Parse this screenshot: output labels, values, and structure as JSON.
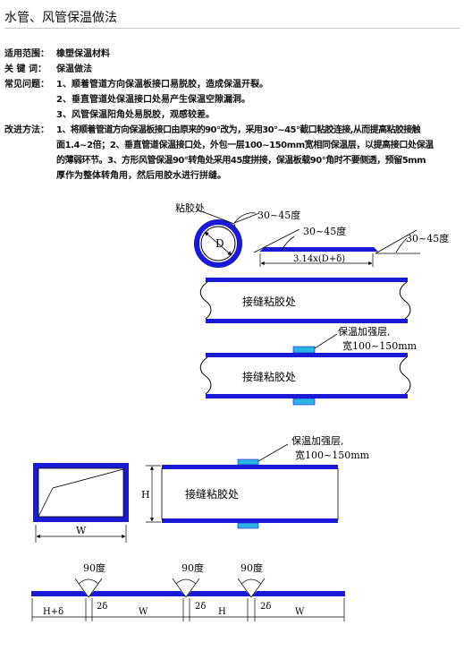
{
  "doc": {
    "title": "水管、风管保温做法",
    "scope_label": "适用范围：",
    "scope_value": "橡塑保温材料",
    "keyword_label": "关 键 词：",
    "keyword_value": "保温做法",
    "problem_label": "常见问题：",
    "problems": [
      "1、顺着管道方向保温板接口易脱胶，造成保温开裂。",
      "2、垂直管道处保温接口处易产生保温空隙漏洞。",
      "3、风管保温阳角处易脱胶，观感较差。"
    ],
    "method_label": "改进方法：",
    "method_lines": [
      "1、将顺着管道方向保温板接口由原来的90°改为，采用30°~45°截口粘胶连接,从而提高粘胶接触",
      "面1.4~2倍；2、垂直管道保温接口处，外包一层100~150mm宽相同保温层，以提高接口处保温",
      "的薄弱环节。3、方形风管保温90°转角处采用45度拼接，保温板载90°角时不要侧透，预留5mm",
      "厚作为整体转角用，然后用胶水进行拼缝。"
    ]
  },
  "figure": {
    "glue_point": "粘胶处",
    "angle_a": "30~45度",
    "angle_b": "30~45度",
    "angle_c": "30~45度",
    "diameter": "D",
    "length_formula": "3.14x(D+δ)",
    "seam_label_1": "接缝粘胶处",
    "reinforce_1_line1": "保温加强层,",
    "reinforce_1_line2": "宽100~150mm",
    "seam_label_2": "接缝粘胶处",
    "reinforce_2_line1": "保温加强层,",
    "reinforce_2_line2": "宽100~150mm",
    "seam_label_3": "接缝粘胶处",
    "height_label": "H",
    "width_label": "W",
    "corner_angle_1": "90度",
    "corner_angle_2": "90度",
    "corner_angle_3": "90度",
    "dim_h_delta": "H+δ",
    "dim_2delta_1": "2δ",
    "dim_w_1": "W",
    "dim_2delta_2": "2δ",
    "dim_h": "H",
    "dim_2delta_3": "2δ",
    "dim_w_2": "W"
  },
  "colors": {
    "insulation_blue": "#1a1ad6",
    "reinforce_cyan": "#2ab4e6",
    "pipe_fill": "#ffffff",
    "line": "#000000"
  }
}
